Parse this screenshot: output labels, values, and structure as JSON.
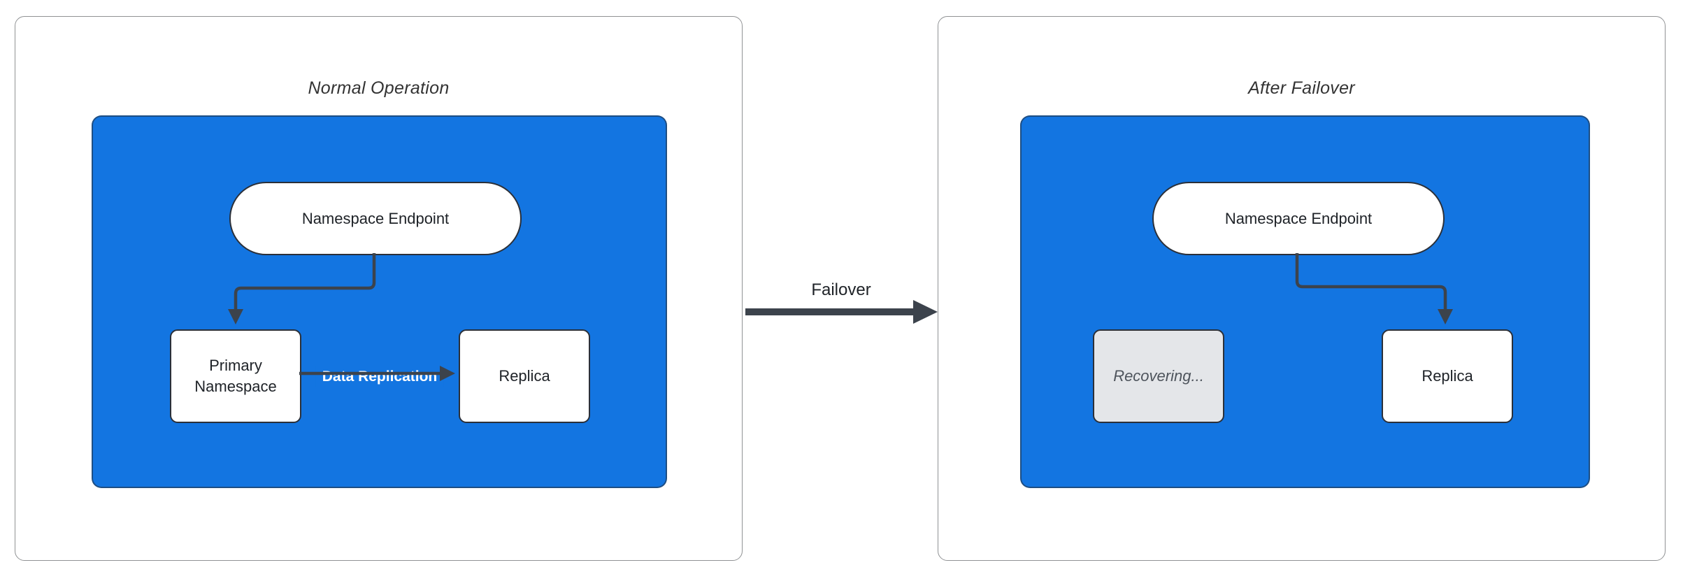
{
  "colors": {
    "blue_fill": "#1375E1",
    "edge_stroke": "#3C434C",
    "node_border": "#2B3039",
    "panel_border": "#909294",
    "node_text": "#1E2227",
    "title_text": "#333333",
    "recovering_fill": "#E4E6E9",
    "recovering_text": "#4E545C",
    "replication_text": "#FFFFFF",
    "canvas_bg": "#FFFFFF"
  },
  "panels": {
    "left": {
      "title": "Normal Operation",
      "nodes": {
        "endpoint": {
          "label": "Namespace Endpoint"
        },
        "primary": {
          "label": "Primary Namespace"
        },
        "replica": {
          "label": "Replica"
        }
      },
      "edges": {
        "replication_label": "Data Replication"
      }
    },
    "right": {
      "title": "After Failover",
      "nodes": {
        "endpoint": {
          "label": "Namespace Endpoint"
        },
        "recovering": {
          "label": "Recovering..."
        },
        "replica": {
          "label": "Replica"
        }
      }
    },
    "transition": {
      "label": "Failover"
    }
  }
}
